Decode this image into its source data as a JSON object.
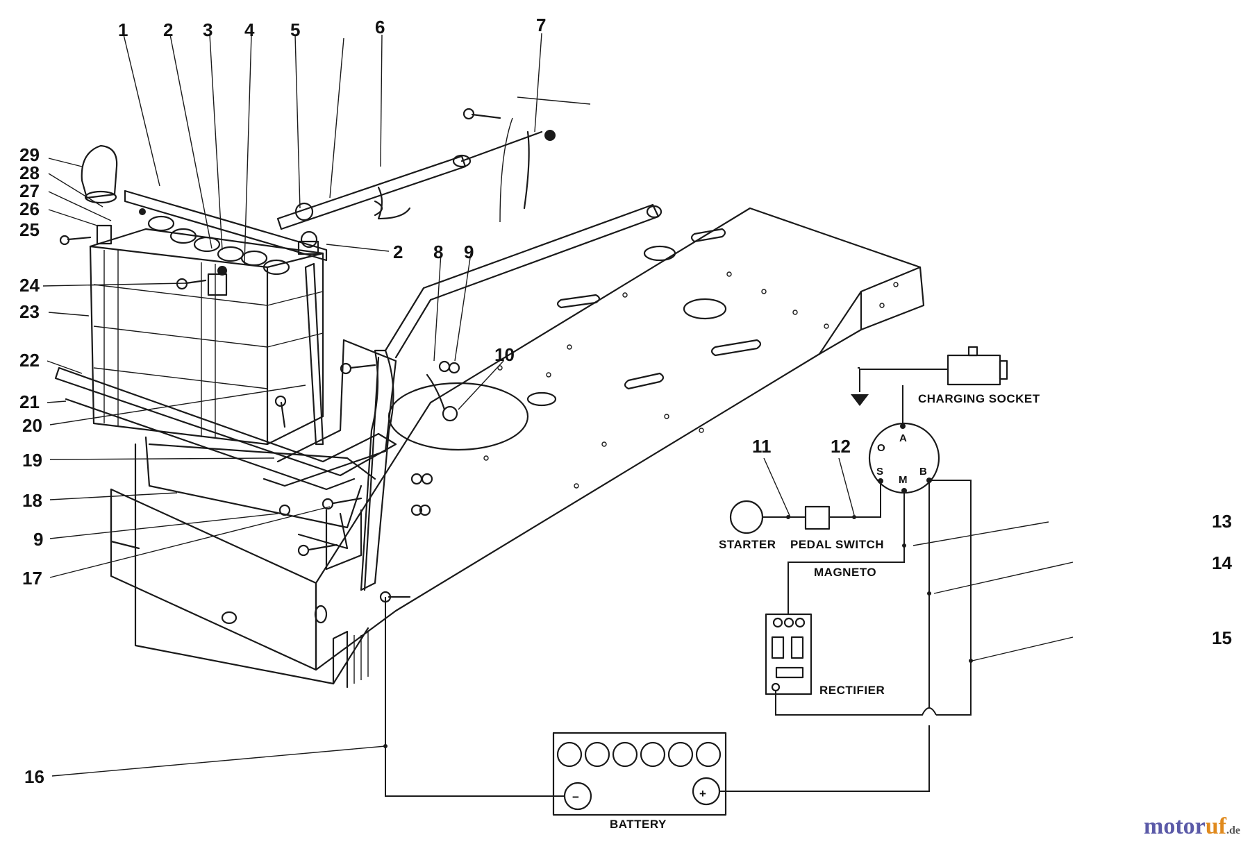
{
  "callouts": [
    "1",
    "2",
    "3",
    "4",
    "5",
    "6",
    "7",
    "2",
    "8",
    "9",
    "10",
    "29",
    "28",
    "27",
    "26",
    "25",
    "24",
    "23",
    "22",
    "21",
    "20",
    "19",
    "18",
    "9",
    "17",
    "16",
    "11",
    "12",
    "13",
    "14",
    "15"
  ],
  "labels": {
    "charging_socket": "CHARGING SOCKET",
    "starter": "STARTER",
    "pedal_switch": "PEDAL SWITCH",
    "magneto": "MAGNETO",
    "rectifier": "RECTIFIER",
    "battery": "BATTERY"
  },
  "terminals": {
    "a": "A",
    "o": "O",
    "s": "S",
    "m": "M",
    "b": "B"
  },
  "battery_symbols": {
    "neg": "−",
    "pos": "+"
  },
  "watermark": {
    "part1": "motor",
    "part2": "uf",
    "part3": ".de"
  }
}
